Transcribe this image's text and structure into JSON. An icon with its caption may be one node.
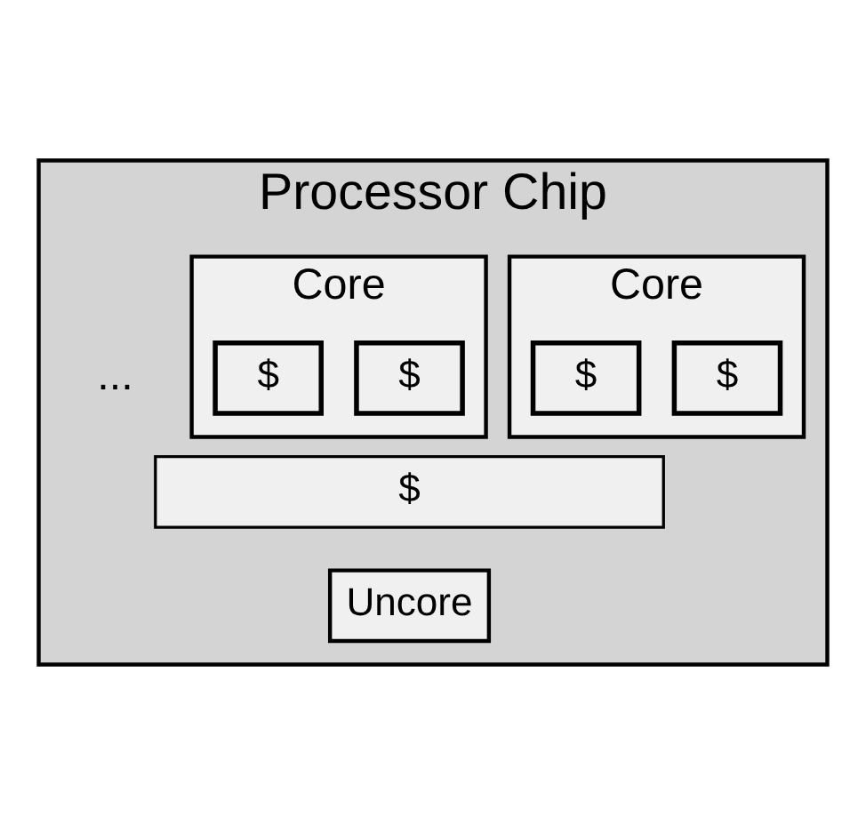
{
  "diagram": {
    "nodes": [
      {
        "text": [
          "Processor Chip"
        ]
      },
      {
        "text": [
          "Core"
        ],
        "in": 0
      },
      {
        "text": [
          "$"
        ],
        "in": 1
      },
      {
        "text": [
          "$"
        ],
        "in": 1
      },
      {
        "text": [
          "Core"
        ],
        "in": 0
      },
      {
        "text": [
          "$"
        ],
        "in": 4
      },
      {
        "text": [
          "$"
        ],
        "in": 4
      },
      {
        "text": [
          "$"
        ],
        "in": 0
      },
      {
        "text": [
          "Uncore"
        ],
        "in": 0
      }
    ],
    "labels": [
      "..."
    ]
  }
}
